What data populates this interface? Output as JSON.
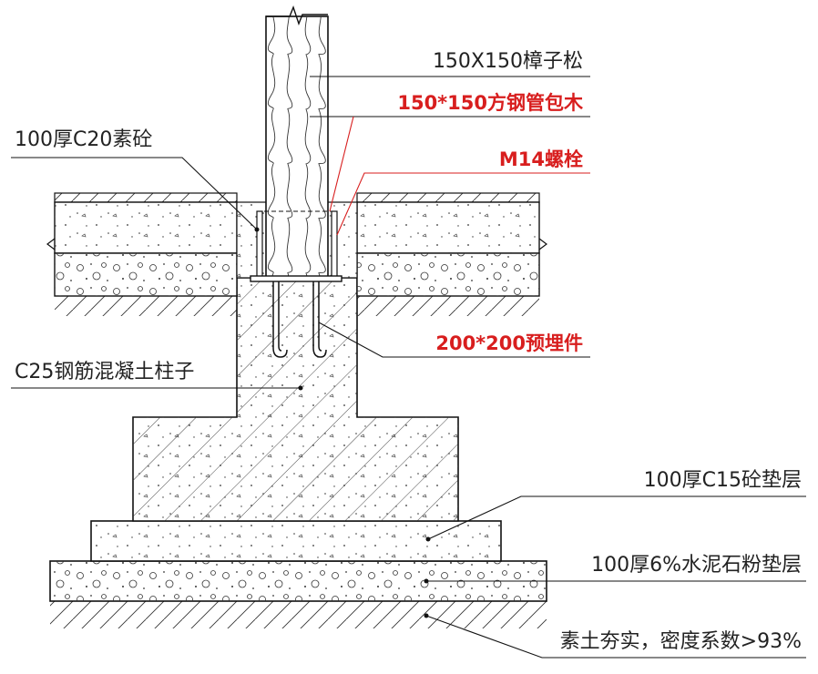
{
  "labels": {
    "timber_post": "150X150樟子松",
    "steel_tube": "150*150方钢管包木",
    "plain_concrete": "100厚C20素砼",
    "bolt": "M14螺栓",
    "rc_column": "C25钢筋混凝土柱子",
    "embedded_plate": "200*200预埋件",
    "c15_cushion": "100厚C15砼垫层",
    "stone_cushion": "100厚6%水泥石粉垫层",
    "compacted_soil": "素土夯实，密度系数>93%"
  },
  "colors": {
    "line": "#111111",
    "leader_red": "#d81e1e",
    "label_black": "#222222",
    "background": "#ffffff"
  }
}
